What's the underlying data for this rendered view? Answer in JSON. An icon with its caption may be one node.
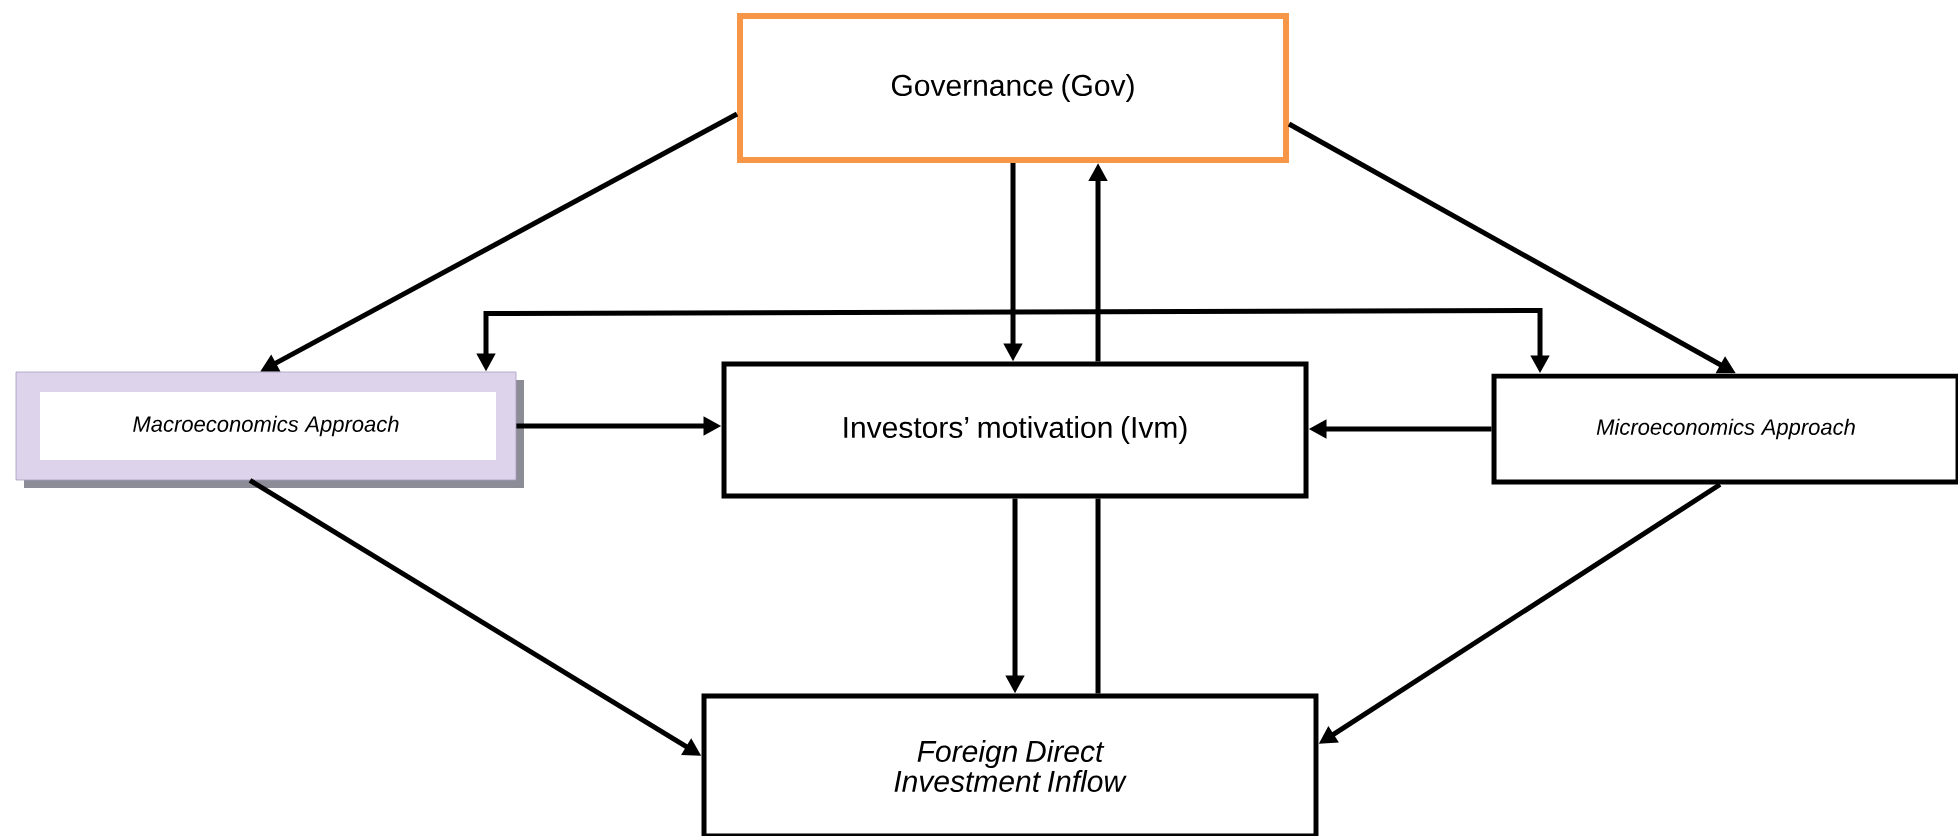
{
  "diagram": {
    "nodes": [
      {
        "text": [
          "Governance (Gov)"
        ]
      },
      {
        "text": [
          "*Macroeconomics Approach*"
        ]
      },
      {
        "text": [
          "Investors’ motivation (Ivm)"
        ]
      },
      {
        "text": [
          "*Microeconomics Approach*"
        ]
      },
      {
        "text": [
          "*Foreign Direct Investment Inflow*"
        ]
      }
    ],
    "edges": [
      {
        "from": 0,
        "to": 1,
        "arrow": "to"
      },
      {
        "from": 0,
        "to": 3,
        "arrow": "to"
      },
      {
        "from": 0,
        "to": 2,
        "arrow": "to"
      },
      {
        "from": 2,
        "to": 0,
        "arrow": "to"
      },
      {
        "from": 1,
        "to": 3,
        "arrow": "both"
      },
      {
        "from": 1,
        "to": 2,
        "arrow": "to"
      },
      {
        "from": 3,
        "to": 2,
        "arrow": "to"
      },
      {
        "from": 2,
        "to": 4,
        "arrow": "to"
      },
      {
        "from": 4,
        "to": 2,
        "arrow": "none"
      },
      {
        "from": 1,
        "to": 4,
        "arrow": "to"
      },
      {
        "from": 3,
        "to": 4,
        "arrow": "to"
      }
    ]
  }
}
